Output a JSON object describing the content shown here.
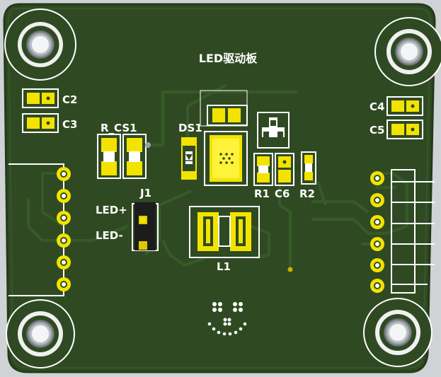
{
  "board_title": "LED驱动板",
  "labels": {
    "c2": "C2",
    "c3": "C3",
    "c4": "C4",
    "c5": "C5",
    "r_cs1": "R_CS1",
    "ds1": "DS1",
    "j1": "J1",
    "led_plus": "LED+",
    "led_minus": "LED-",
    "l1": "L1",
    "r1": "R1",
    "c6": "C6",
    "r2": "R2"
  },
  "colors": {
    "background": "#cfd3d6",
    "board": "#2f4a22",
    "board_edge": "#243a1a",
    "copper_trace": "#375a29",
    "silkscreen": "#ffffff",
    "pad_gold": "#f2e300",
    "via": "#c9b100"
  },
  "icons": {
    "mounting_hole": "mounting-hole-icon",
    "smiley_logo": "smiley-logo-icon",
    "diode_symbol": "diode-icon"
  }
}
